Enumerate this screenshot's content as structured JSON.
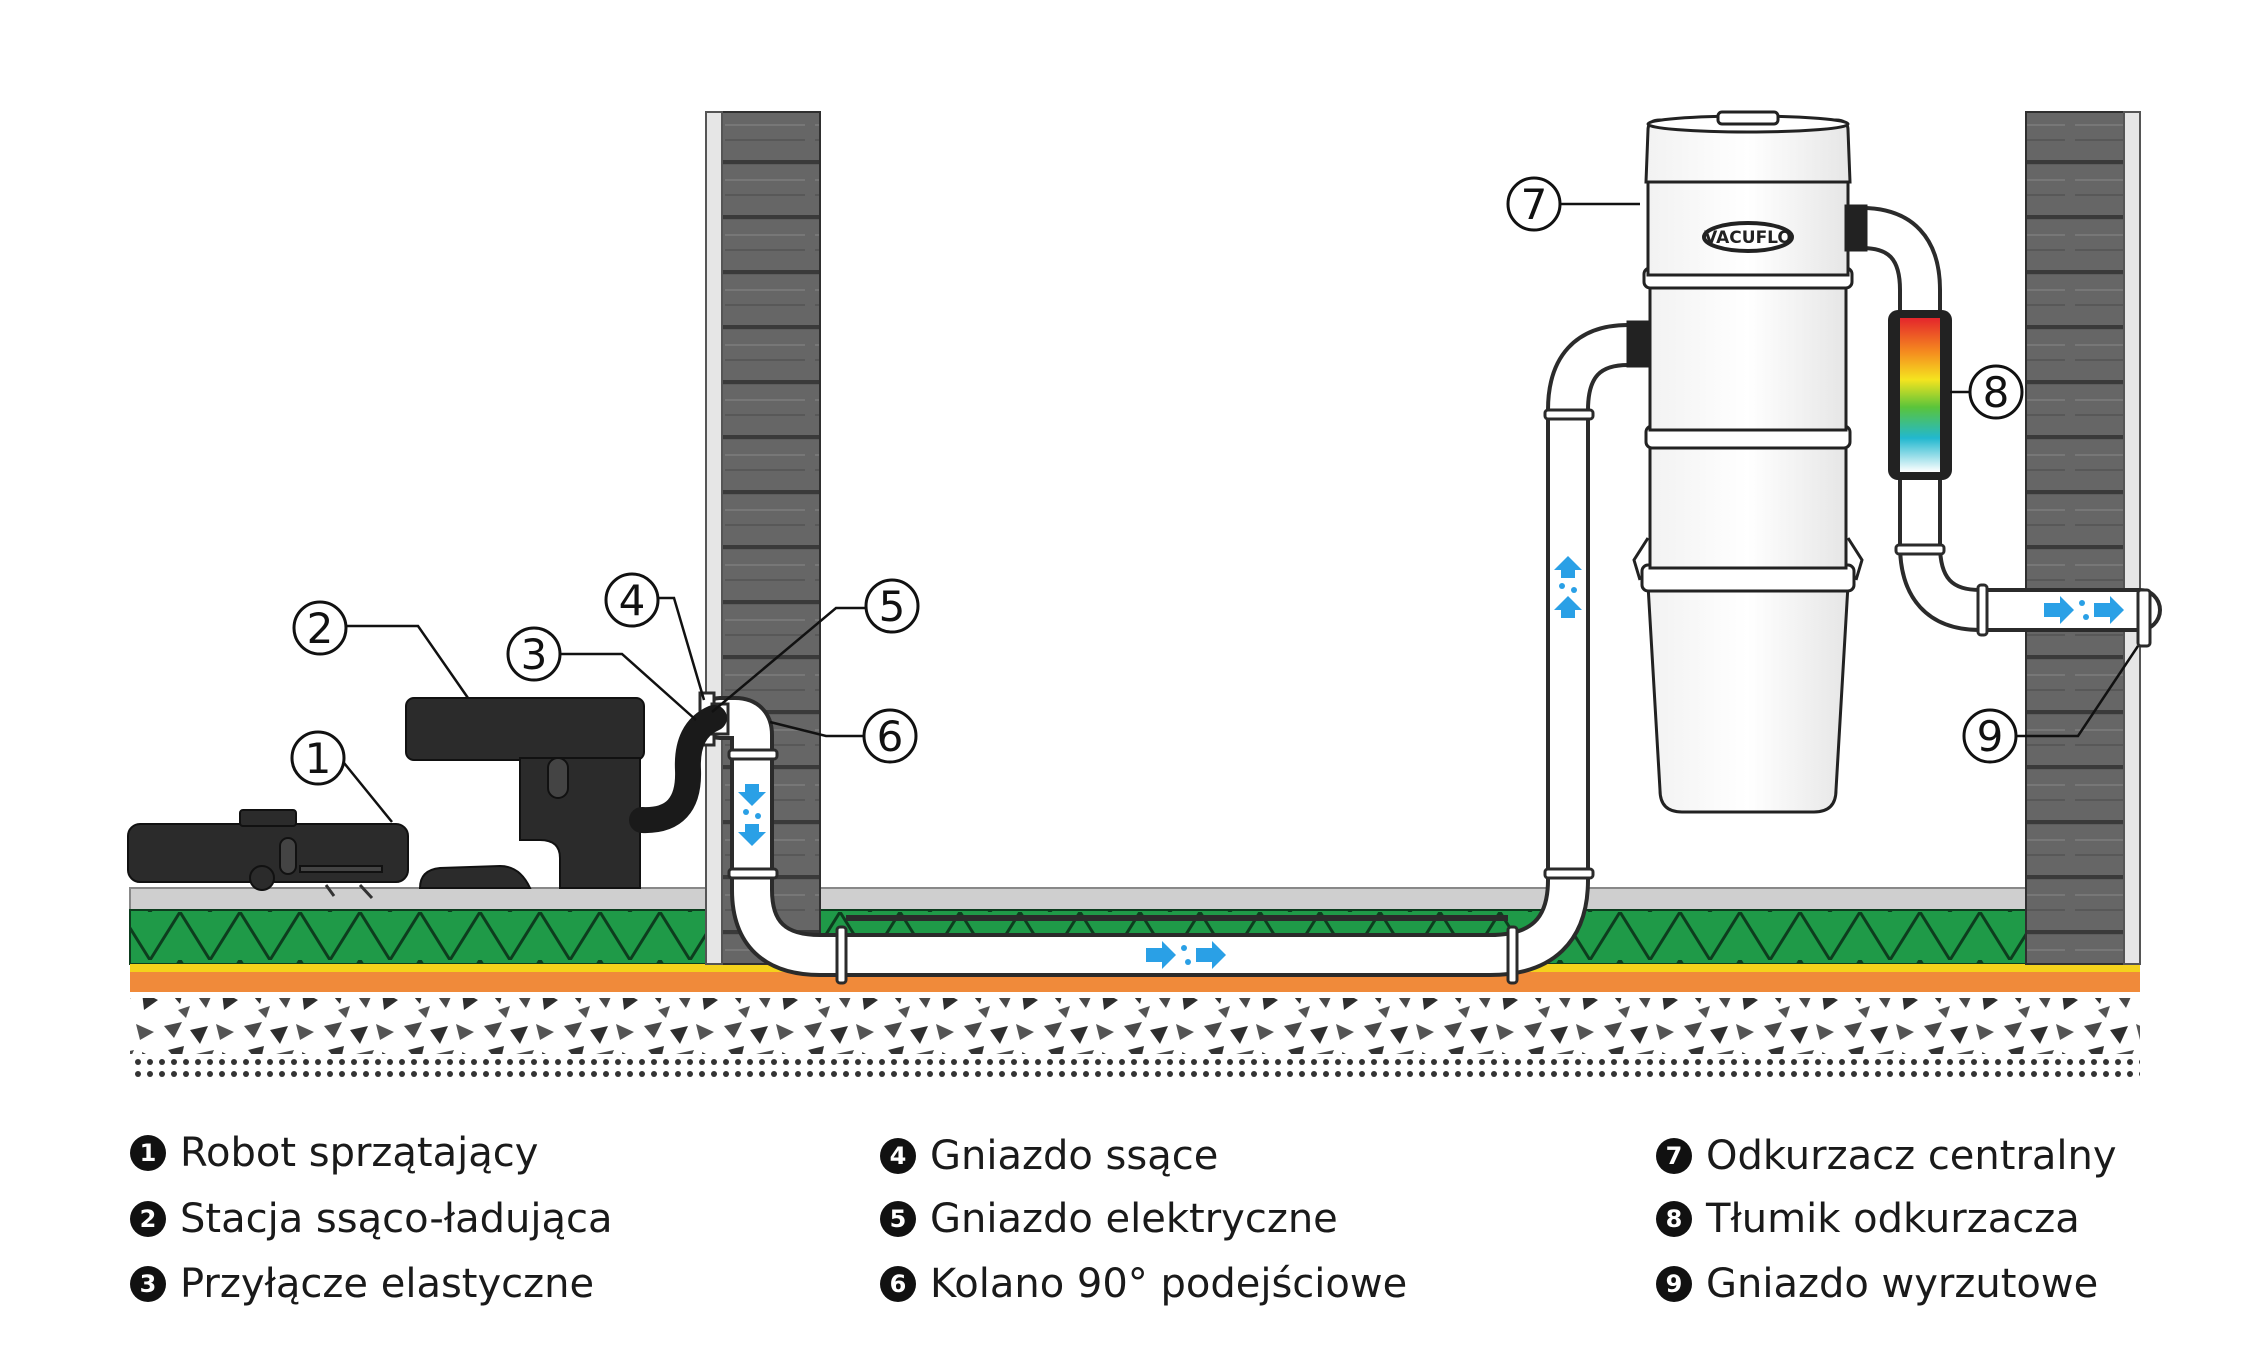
{
  "brand": "VACUFLO",
  "callouts": [
    "1",
    "2",
    "3",
    "4",
    "5",
    "6",
    "7",
    "8",
    "9"
  ],
  "legend": [
    {
      "num": "1",
      "label": "Robot sprzątający"
    },
    {
      "num": "2",
      "label": "Stacja ssąco-ładująca"
    },
    {
      "num": "3",
      "label": "Przyłącze elastyczne"
    },
    {
      "num": "4",
      "label": "Gniazdo ssące"
    },
    {
      "num": "5",
      "label": "Gniazdo elektryczne"
    },
    {
      "num": "6",
      "label": "Kolano 90° podejściowe"
    },
    {
      "num": "7",
      "label": "Odkurzacz centralny"
    },
    {
      "num": "8",
      "label": "Tłumik odkurzacza"
    },
    {
      "num": "9",
      "label": "Gniazdo wyrzutowe"
    }
  ],
  "colors": {
    "wall": "#5a5a5a",
    "floor_insulation": "#1f9a48",
    "floor_orange": "#f08a3a",
    "floor_yellow": "#f4d21c",
    "floor_top": "#cfcfcf",
    "device_dark": "#2b2b2b",
    "airflow_arrow": "#2aa0e6",
    "pipe": "#ffffff"
  }
}
